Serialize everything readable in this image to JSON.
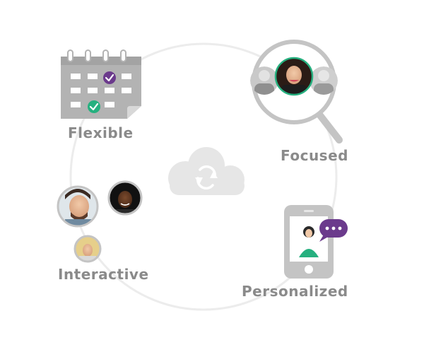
{
  "labels": {
    "flexible": "Flexible",
    "focused": "Focused",
    "interactive": "Interactive",
    "personalized": "Personalized"
  },
  "colors": {
    "label_gray": "#8a8a8a",
    "icon_gray": "#b3b3b3",
    "ring_gray": "#ececec",
    "cloud_gray": "#e6e6e6",
    "accent_purple": "#6b3a8c",
    "accent_green": "#26b07f"
  },
  "icons": {
    "center": "cloud-sync-icon",
    "flexible": "calendar-icon",
    "focused": "magnifier-icon",
    "interactive": "people-avatars-icon",
    "personalized": "smartphone-chat-icon"
  }
}
